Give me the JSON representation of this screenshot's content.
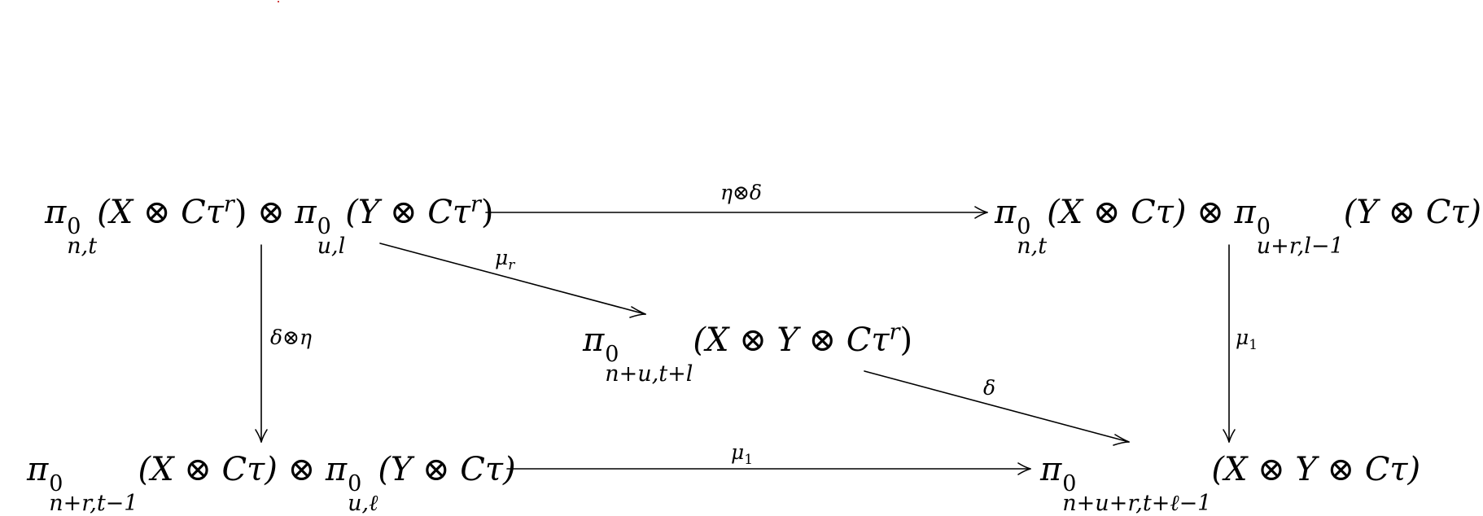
{
  "nodes": {
    "top_left": {
      "pi1": "π",
      "sup1": "0",
      "sub1": "n,t",
      "arg1": "(X ⊗ Cτ",
      "exp1": "r",
      "close1": ")",
      "op": " ⊗ ",
      "pi2": "π",
      "sup2": "0",
      "sub2": "u,l",
      "arg2": "(Y ⊗ Cτ",
      "exp2": "r",
      "close2": ")"
    },
    "top_right": {
      "pi1": "π",
      "sup1": "0",
      "sub1": "n,t",
      "arg1": "(X ⊗ Cτ)",
      "op": " ⊗ ",
      "pi2": "π",
      "sup2": "0",
      "sub2": "u+r,l−1",
      "arg2": "(Y ⊗ Cτ)"
    },
    "middle": {
      "pi": "π",
      "sup": "0",
      "sub": "n+u,t+l",
      "arg": "(X ⊗ Y ⊗ Cτ",
      "exp": "r",
      "close": ")"
    },
    "bottom_left": {
      "pi1": "π",
      "sup1": "0",
      "sub1": "n+r,t−1",
      "arg1": "(X ⊗ Cτ)",
      "op": " ⊗ ",
      "pi2": "π",
      "sup2": "0",
      "sub2": "u,ℓ",
      "arg2": "(Y ⊗ Cτ)"
    },
    "bottom_right": {
      "pi": "π",
      "sup": "0",
      "sub": "n+u+r,t+ℓ−1",
      "arg": "(X ⊗ Y ⊗ Cτ)"
    }
  },
  "arrows": {
    "top": {
      "label": "η⊗δ"
    },
    "left": {
      "label": "δ⊗η"
    },
    "diag_upper": {
      "label_main": "μ",
      "label_sub": "r"
    },
    "right": {
      "label_main": "μ",
      "label_sub": "1"
    },
    "diag_lower": {
      "label": "δ"
    },
    "bottom": {
      "label_main": "μ",
      "label_sub": "1"
    }
  },
  "colors": {
    "ink": "#000000",
    "background": "#ffffff",
    "stray_mark": "#d04040"
  }
}
